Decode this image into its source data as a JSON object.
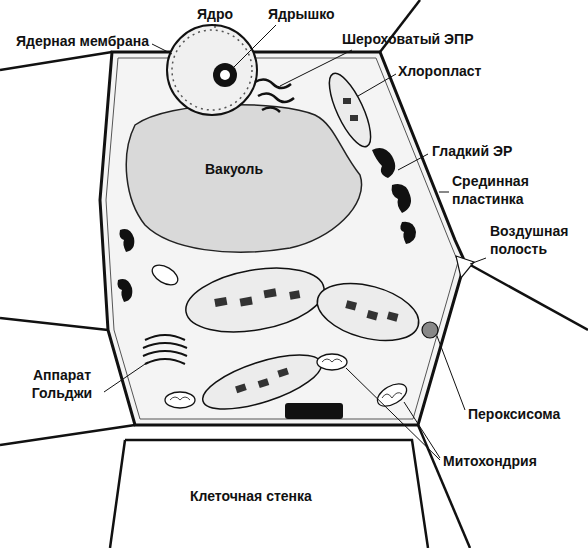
{
  "diagram": {
    "labels": [
      "Ядро",
      "Ядрышко",
      "Ядерная мембрана",
      "Шероховатый ЭПР",
      "Хлоропласт",
      "Вакуоль",
      "Гладкий ЭР",
      "Срединная пластинка",
      "Воздушная полость",
      "Аппарат Гольджи",
      "Пероксисома",
      "Митохондрия",
      "Клеточная стенка"
    ]
  }
}
